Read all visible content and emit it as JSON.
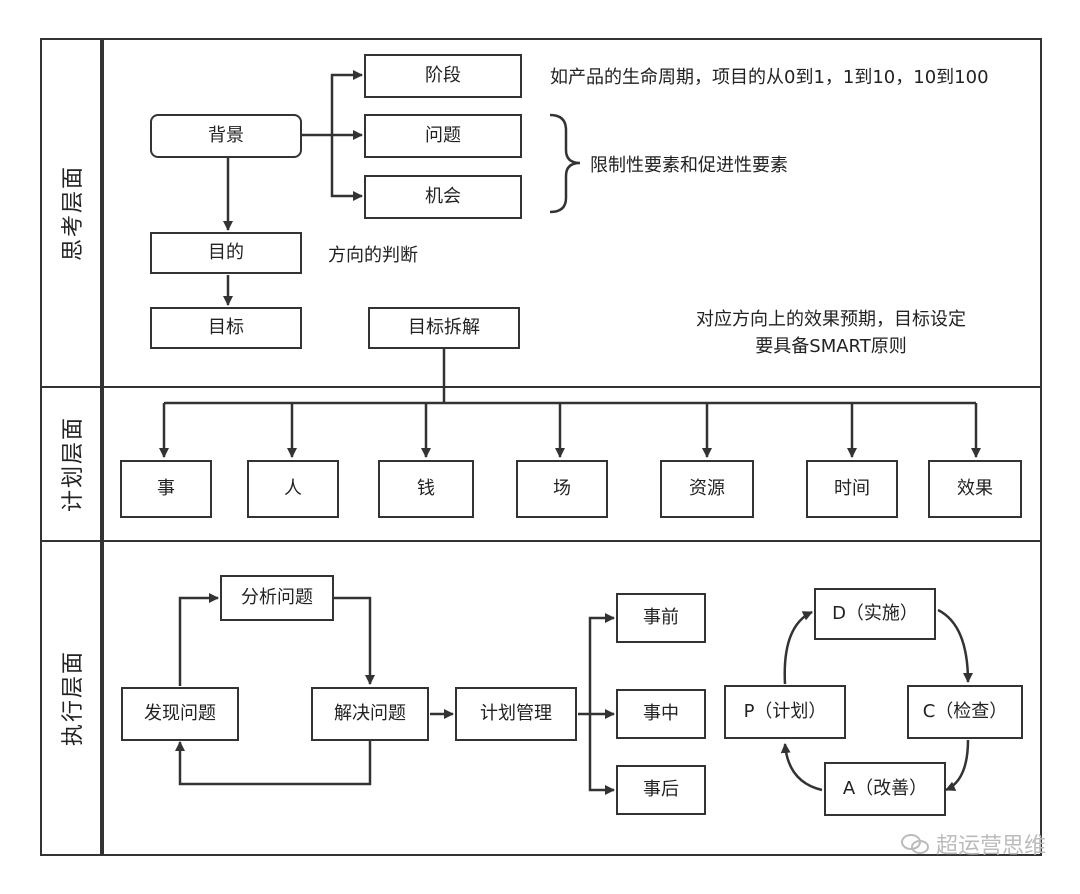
{
  "sections": {
    "thinking": "思考层面",
    "planning": "计划层面",
    "execution": "执行层面"
  },
  "thinking": {
    "background": "背景",
    "stage": "阶段",
    "problem": "问题",
    "opportunity": "机会",
    "purpose": "目的",
    "goal": "目标",
    "goal_breakdown": "目标拆解",
    "note_stage": "如产品的生命周期，项目的从0到1，1到10，10到100",
    "note_factors": "限制性要素和促进性要素",
    "note_direction": "方向的判断",
    "note_expect_line1": "对应方向上的效果预期，目标设定",
    "note_expect_line2": "要具备SMART原则"
  },
  "planning": {
    "items": [
      "事",
      "人",
      "钱",
      "场",
      "资源",
      "时间",
      "效果"
    ]
  },
  "execution": {
    "find_problem": "发现问题",
    "analyze_problem": "分析问题",
    "solve_problem": "解决问题",
    "plan_management": "计划管理",
    "before": "事前",
    "during": "事中",
    "after": "事后",
    "pdca": {
      "d": "D（实施）",
      "c": "C（检查）",
      "a": "A（改善）",
      "p": "P（计划）"
    }
  },
  "watermark": "超运营思维"
}
